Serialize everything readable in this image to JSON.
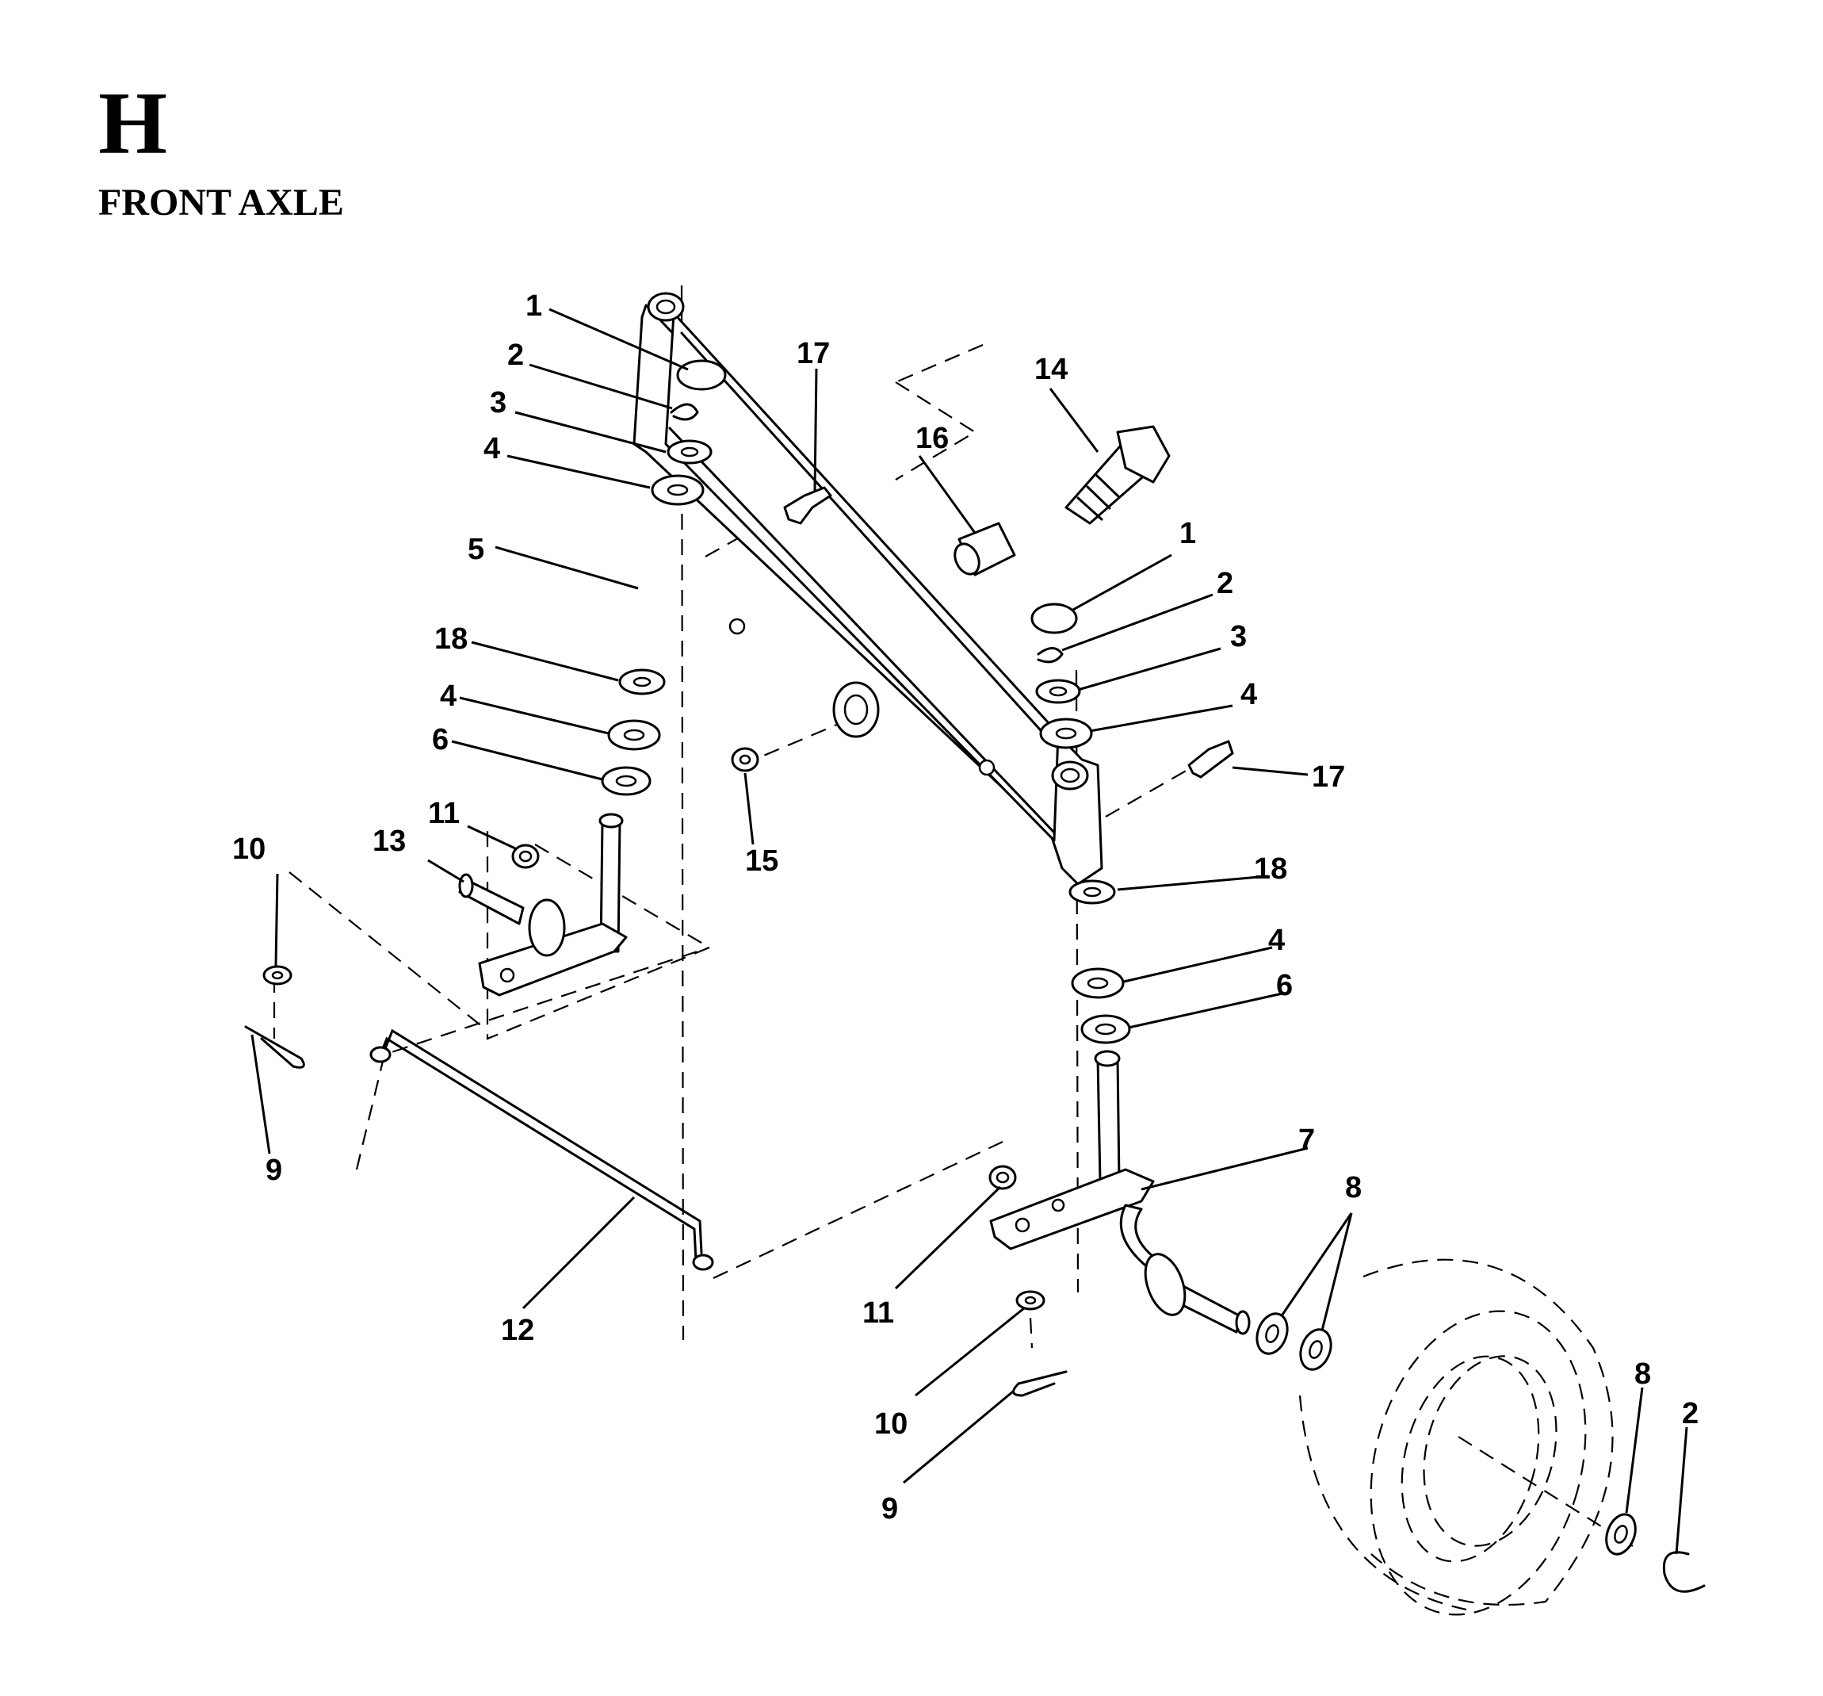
{
  "page": {
    "section_letter": "H",
    "section_title": "FRONT AXLE"
  },
  "callouts": [
    {
      "id": "c1a",
      "text": "1"
    },
    {
      "id": "c2a",
      "text": "2"
    },
    {
      "id": "c3a",
      "text": "3"
    },
    {
      "id": "c4a",
      "text": "4"
    },
    {
      "id": "c5",
      "text": "5"
    },
    {
      "id": "c18a",
      "text": "18"
    },
    {
      "id": "c4b",
      "text": "4"
    },
    {
      "id": "c6a",
      "text": "6"
    },
    {
      "id": "c17a",
      "text": "17"
    },
    {
      "id": "c14",
      "text": "14"
    },
    {
      "id": "c16",
      "text": "16"
    },
    {
      "id": "c1b",
      "text": "1"
    },
    {
      "id": "c2b",
      "text": "2"
    },
    {
      "id": "c3b",
      "text": "3"
    },
    {
      "id": "c4c",
      "text": "4"
    },
    {
      "id": "c17b",
      "text": "17"
    },
    {
      "id": "c15",
      "text": "15"
    },
    {
      "id": "c10a",
      "text": "10"
    },
    {
      "id": "c13",
      "text": "13"
    },
    {
      "id": "c11a",
      "text": "11"
    },
    {
      "id": "c9a",
      "text": "9"
    },
    {
      "id": "c18b",
      "text": "18"
    },
    {
      "id": "c4d",
      "text": "4"
    },
    {
      "id": "c6b",
      "text": "6"
    },
    {
      "id": "c7",
      "text": "7"
    },
    {
      "id": "c8a",
      "text": "8"
    },
    {
      "id": "c12",
      "text": "12"
    },
    {
      "id": "c11b",
      "text": "11"
    },
    {
      "id": "c10b",
      "text": "10"
    },
    {
      "id": "c9b",
      "text": "9"
    },
    {
      "id": "c8b",
      "text": "8"
    },
    {
      "id": "c2c",
      "text": "2"
    }
  ]
}
